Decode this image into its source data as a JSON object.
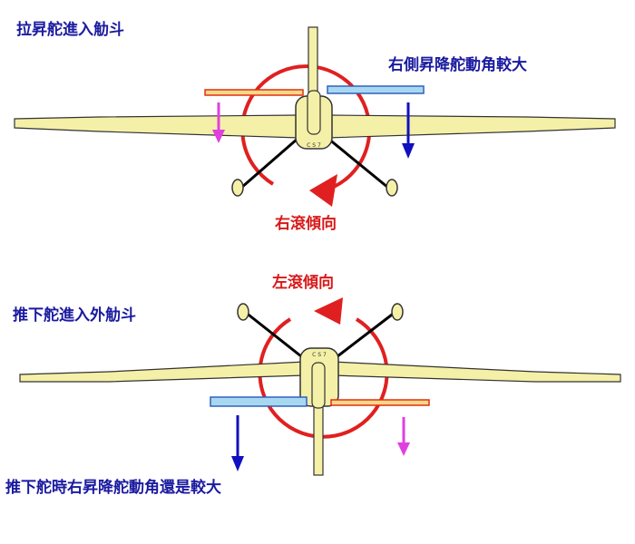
{
  "labels": {
    "top_left": "拉昇舵進入觔斗",
    "top_right": "右側昇降舵動角較大",
    "top_roll": "右滾傾向",
    "bottom_roll": "左滾傾向",
    "bottom_left": "推下舵進入外觔斗",
    "bottom_caption": "推下舵時右昇降舵動角還是較大"
  },
  "fuselage_text": "C S 7",
  "colors": {
    "wing_fill": "#f4f0a8",
    "outline": "#333333",
    "label_blue": "#1a1aa0",
    "label_red": "#d81818",
    "roll_arc": "#e02020",
    "elevator_blue_fill": "#a8d8f0",
    "elevator_blue_edge": "#3060c0",
    "elevator_orange_fill": "#f8d888",
    "elevator_orange_edge": "#e03010",
    "arrow_blue": "#1010c0",
    "arrow_magenta": "#e040e0",
    "strut": "#000000"
  }
}
